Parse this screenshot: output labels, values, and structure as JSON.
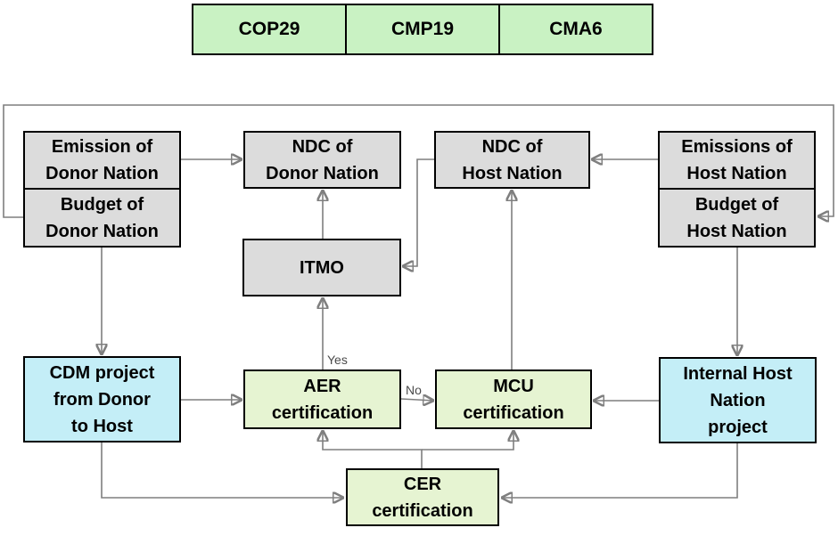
{
  "palette": {
    "box_green": "#c9f2c3",
    "box_gray": "#dcdcdc",
    "box_cyan": "#c4eef7",
    "box_cert": "#e6f4d2",
    "box_border": "#000000",
    "connector": "#7f7f7f",
    "edge_label": "#4a4a4a"
  },
  "conference_row": {
    "items": [
      {
        "label": "COP29"
      },
      {
        "label": "CMP19"
      },
      {
        "label": "CMA6"
      }
    ]
  },
  "nodes": {
    "emission_donor": {
      "label": "Emission of\nDonor Nation"
    },
    "budget_donor": {
      "label": "Budget of\nDonor Nation"
    },
    "ndc_donor": {
      "label": "NDC of\nDonor Nation"
    },
    "ndc_host": {
      "label": "NDC of\nHost Nation"
    },
    "emissions_host": {
      "label": "Emissions of\nHost Nation"
    },
    "budget_host": {
      "label": "Budget of\nHost Nation"
    },
    "itmo": {
      "label": "ITMO"
    },
    "cdm_project": {
      "label": "CDM project\nfrom Donor\nto Host"
    },
    "aer_certification": {
      "label": "AER\ncertification"
    },
    "mcu_certification": {
      "label": "MCU\ncertification"
    },
    "internal_host_project": {
      "label": "Internal Host\nNation\nproject"
    },
    "cer_certification": {
      "label": "CER\ncertification"
    }
  },
  "edge_labels": {
    "yes": "Yes",
    "no": "No"
  }
}
